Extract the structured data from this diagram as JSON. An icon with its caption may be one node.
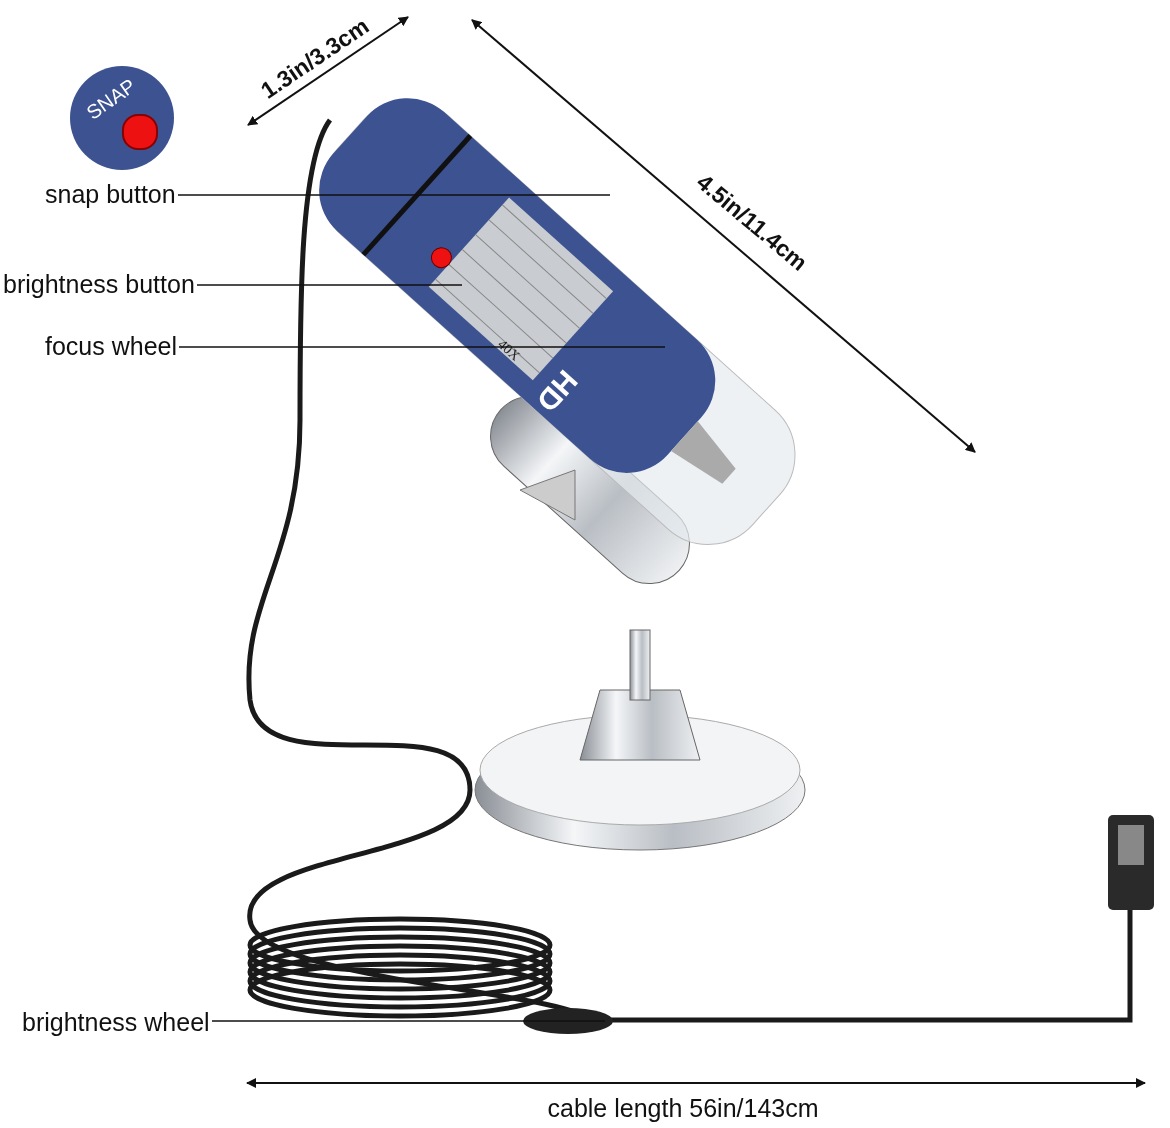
{
  "diagram": {
    "nodes": [
      {
        "text": [
          "SNAP"
        ]
      },
      {
        "text": [
          "snap button"
        ]
      },
      {
        "text": [
          "brightness button"
        ]
      },
      {
        "text": [
          "focus wheel"
        ]
      },
      {
        "text": [
          "brightness wheel"
        ]
      }
    ],
    "edges": [
      {
        "from": 1,
        "to": null,
        "arrow": "none"
      },
      {
        "from": 2,
        "to": null,
        "arrow": "none"
      },
      {
        "from": 3,
        "to": null,
        "arrow": "none"
      },
      {
        "from": 4,
        "to": null,
        "arrow": "none"
      }
    ],
    "labels": [
      "1.3in/3.3cm",
      "4.5in/11.4cm",
      "40X",
      "HD",
      "cable length 56in/143cm"
    ]
  }
}
